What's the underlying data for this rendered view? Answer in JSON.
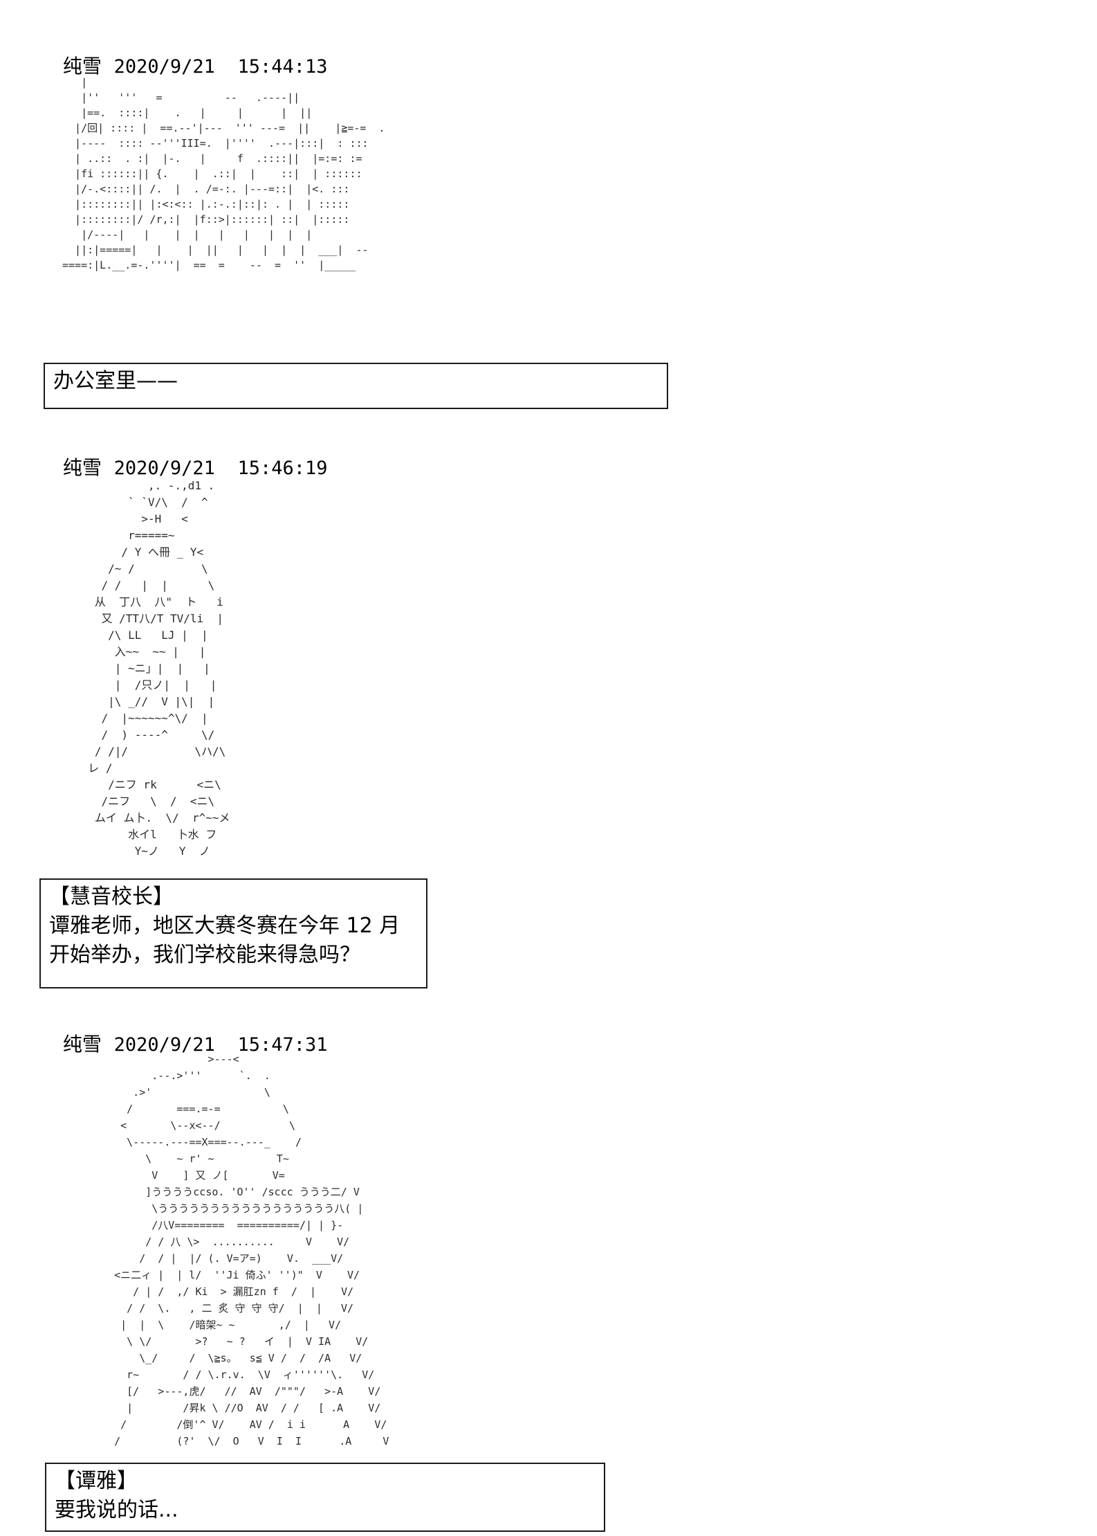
{
  "posts": [
    {
      "author": "纯雪",
      "timestamp": "2020/9/21  15:44:13",
      "art": "   |\n   |''   '''   =          --   .----||\n   |==.  ::::|    .   |     |      |  ||\n  |/回| :::: |  ==.--'|---  ''' ---=  ||    |≧=-=  .\n  |----  :::: --'''III=.  |''''  .---|:::|  : :::\n  | ..::  . :|  |-.   |     f  .::::||  |=:=: :=\n  |fi ::::::|| {.    |  .::|  |    ::|  | ::::::\n  |/-.<::::|| /.  |  . /=-:. |---=::|  |<. :::\n  |::::::::|| |:<:<:: |.:-.:|::|: . |  | :::::\n  |::::::::|/ /r,:|  |f::>|::::::| ::|  |:::::\n   |/----|   |    |  |   |   |   |  |  |\n  ||:|=====|   |    |  ||   |   |  |  |  ___|  --\n====:|L.__.=-.''''|  ==  =    --  =  ''  |_____",
      "dialog": [
        "办公室里——"
      ]
    },
    {
      "author": "纯雪",
      "timestamp": "2020/9/21  15:46:19",
      "art": "           ,. -.,d1 .\n        ` `V/\\  /  ^\n          >-H   <\n        r=====~\n       / Y へ冊 _ Y<\n     /~ /          \\\n    / /   |  |      \\\n   从  丁八  八\"  ト   i\n    又 /TT八/T TV/li  |\n     /\\ LL   LJ |  |\n      入~~  ~~ |   |\n      | ~ニ」|  |   |\n      |  /只ノ|  |   |\n     |\\ _//  V |\\|  |\n    /  |~~~~~~^\\/  |\n    /  ) ----^     \\/\n   / /|/          \\ハ/\\\n  レ /                \n     /ニフ rk      <ニ\\\n    /ニフ   \\  /  <ニ\\\n   ムイ ム卜.  \\/  r^~~メ\n        水イl   卜水 フ\n         Y~ノ   Y  ノ",
      "dialog": [
        "【慧音校长】",
        "谭雅老师，地区大赛冬赛在今年 12 月",
        "开始举办，我们学校能来得急吗？"
      ]
    },
    {
      "author": "纯雪",
      "timestamp": "2020/9/21  15:47:31",
      "art": "                  >---<\n         .--.>'''      `.  .\n      .>'                  \\\n     /       ===.=-=          \\\n    <       \\--x<--/           \\\n     \\-----.---==X===--.---_    /\n        \\    ~ r' ~          T~\n         V    ] 又 ノ[       V=\n        ]ううううccso. 'O'' /sccc ううう二/ V\n         \\ううううううううううううううううう八( |\n         /八V========  ==========/| | }-\n        / / 八 \\>  ..........     V    V/\n       /  / |  |/ (. V=ア=)    V.  ___V/\n   <ニ二ィ |  | l/  ''Ji 倚ふ' '')\"  V    V/\n      / | /  ,/ Ki  > 漏肛zn f  /  |    V/\n     / /  \\.   , 二 炙 守 守 守/  |  |   V/\n    |  |  \\    /暗架~ ~       ,/  |   V/\n     \\ \\/       >?   ~ ?   イ  |  V IA    V/\n       \\_/     /  \\≧s。  s≦ V /  /  /A   V/\n     r~       / / \\.r.v.  \\V  ィ''''''\\.   V/\n     [/   >---,虎/   //  AV  /\"\"\"/   >-A    V/\n     |        /昇k \\ //O  AV  / /   [ .A    V/\n    /        /倒'^ V/    AV /  i i      A    V/\n   /         (?'  \\/  O   V  I  I      .A     V",
      "dialog": [
        "【谭雅】",
        "要我说的话..."
      ]
    }
  ]
}
